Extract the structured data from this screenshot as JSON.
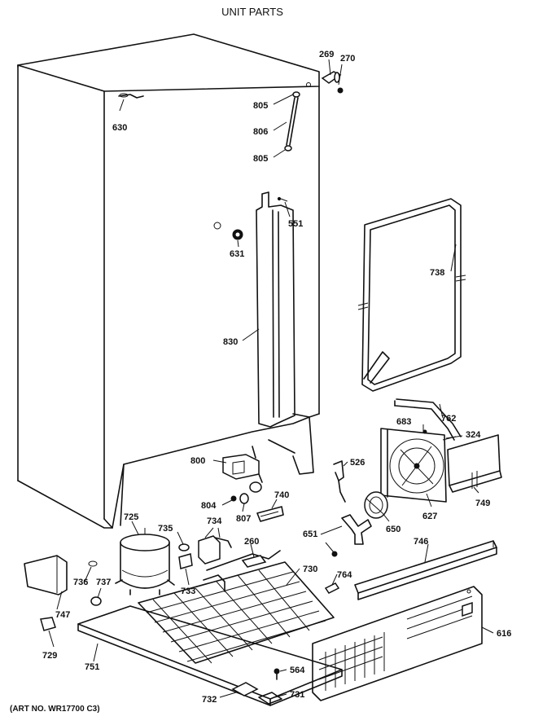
{
  "title": "UNIT PARTS",
  "art_no": "(ART NO. WR17700 C3)",
  "parts": [
    {
      "id": "p269",
      "num": "269"
    },
    {
      "id": "p270",
      "num": "270"
    },
    {
      "id": "p805a",
      "num": "805"
    },
    {
      "id": "p806",
      "num": "806"
    },
    {
      "id": "p805b",
      "num": "805"
    },
    {
      "id": "p630",
      "num": "630"
    },
    {
      "id": "p551",
      "num": "551"
    },
    {
      "id": "p631",
      "num": "631"
    },
    {
      "id": "p738",
      "num": "738"
    },
    {
      "id": "p830",
      "num": "830"
    },
    {
      "id": "p762",
      "num": "762"
    },
    {
      "id": "p683",
      "num": "683"
    },
    {
      "id": "p324",
      "num": "324"
    },
    {
      "id": "p526",
      "num": "526"
    },
    {
      "id": "p800",
      "num": "800"
    },
    {
      "id": "p749",
      "num": "749"
    },
    {
      "id": "p627",
      "num": "627"
    },
    {
      "id": "p740",
      "num": "740"
    },
    {
      "id": "p804",
      "num": "804"
    },
    {
      "id": "p807",
      "num": "807"
    },
    {
      "id": "p725",
      "num": "725"
    },
    {
      "id": "p735",
      "num": "735"
    },
    {
      "id": "p734",
      "num": "734"
    },
    {
      "id": "p650",
      "num": "650"
    },
    {
      "id": "p651",
      "num": "651"
    },
    {
      "id": "p260",
      "num": "260"
    },
    {
      "id": "p746",
      "num": "746"
    },
    {
      "id": "p730",
      "num": "730"
    },
    {
      "id": "p736",
      "num": "736"
    },
    {
      "id": "p737",
      "num": "737"
    },
    {
      "id": "p733",
      "num": "733"
    },
    {
      "id": "p764",
      "num": "764"
    },
    {
      "id": "p747",
      "num": "747"
    },
    {
      "id": "p616",
      "num": "616"
    },
    {
      "id": "p729",
      "num": "729"
    },
    {
      "id": "p751",
      "num": "751"
    },
    {
      "id": "p564",
      "num": "564"
    },
    {
      "id": "p732",
      "num": "732"
    },
    {
      "id": "p731",
      "num": "731"
    }
  ]
}
